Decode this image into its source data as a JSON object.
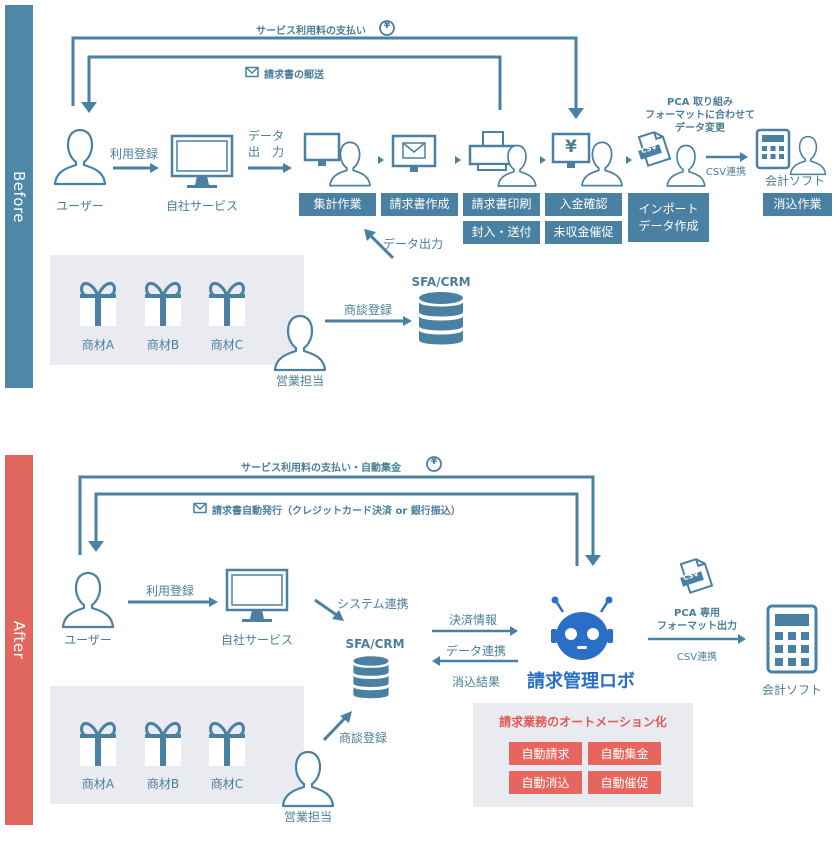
{
  "colors": {
    "accent": "#4a80a2",
    "before_bar": "#4e87a8",
    "after_bar": "#e1675f",
    "panel": "#e9ebf0",
    "auto_tag": "#e6665f",
    "auto_title": "#e05a55"
  },
  "before": {
    "side_label": "Before",
    "top_flow": "サービス利用料の支払い",
    "yen_symbol": "¥",
    "mail_flow": "請求書の郵送",
    "user": "ユーザー",
    "register": "利用登録",
    "own_service": "自社サービス",
    "data_output_line1": "データ",
    "data_output_line2": "出　力",
    "tasks": {
      "aggregate": "集計作業",
      "create_invoice": "請求書作成",
      "print_invoice": "請求書印刷",
      "enclose_send": "封入・送付",
      "confirm_payment": "入金確認",
      "dun_unpaid": "未収金催促",
      "import_line1": "インポート",
      "import_line2": "データ作成",
      "reconcile": "消込作業"
    },
    "yen_screen": "¥",
    "csv_badge": "CSV",
    "pca_line1": "PCA 取り組み",
    "pca_line2": "フォーマットに合わせて",
    "pca_line3": "データ変更",
    "csv_link": "CSV連携",
    "accounting_software": "会計ソフト",
    "data_output2": "データ出力",
    "sfa_crm": "SFA/CRM",
    "deal_register": "商談登録",
    "products": [
      "商材A",
      "商材B",
      "商材C"
    ],
    "sales_rep": "営業担当"
  },
  "after": {
    "side_label": "After",
    "top_flow": "サービス利用料の支払い・自動集金",
    "yen_symbol": "¥",
    "mail_flow": "請求書自動発行（クレジットカード決済 or 銀行振込）",
    "user": "ユーザー",
    "register": "利用登録",
    "own_service": "自社サービス",
    "system_link": "システム連携",
    "sfa_crm": "SFA/CRM",
    "payment_info": "決済情報",
    "data_link": "データ連携",
    "reconcile_result": "消込結果",
    "robo_name": "請求管理ロボ",
    "csv_badge": "CSV",
    "pca_line1": "PCA 専用",
    "pca_line2": "フォーマット出力",
    "csv_link": "CSV連携",
    "accounting_software": "会計ソフト",
    "automation_title": "請求業務のオートメーション化",
    "auto_tasks": [
      "自動請求",
      "自動集金",
      "自動消込",
      "自動催促"
    ],
    "deal_register": "商談登録",
    "products": [
      "商材A",
      "商材B",
      "商材C"
    ],
    "sales_rep": "営業担当"
  }
}
